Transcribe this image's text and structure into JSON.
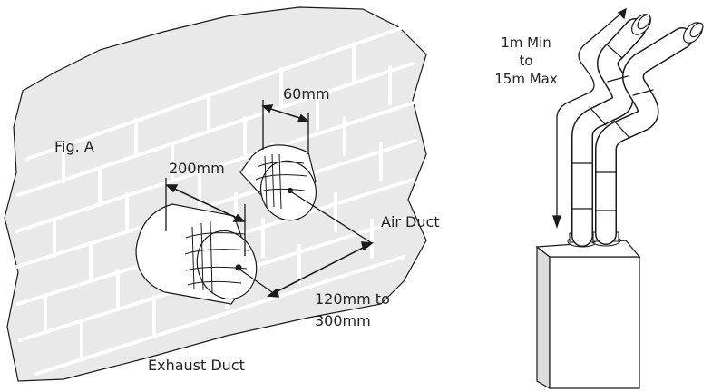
{
  "labels": {
    "fig": "Fig. A",
    "dim_60": "60mm",
    "dim_200": "200mm",
    "air_duct": "Air Duct",
    "dim_120_line1": "120mm to",
    "dim_120_line2": "300mm",
    "exhaust_duct": "Exhaust Duct",
    "range_line1": "1m Min",
    "range_line2": "to",
    "range_line3": "15m Max"
  },
  "colors": {
    "stroke": "#1a1a1a",
    "wall": "#e9e9e9",
    "mortar": "#ffffff",
    "fill_white": "#ffffff",
    "boiler_side": "#dcdcdc"
  }
}
